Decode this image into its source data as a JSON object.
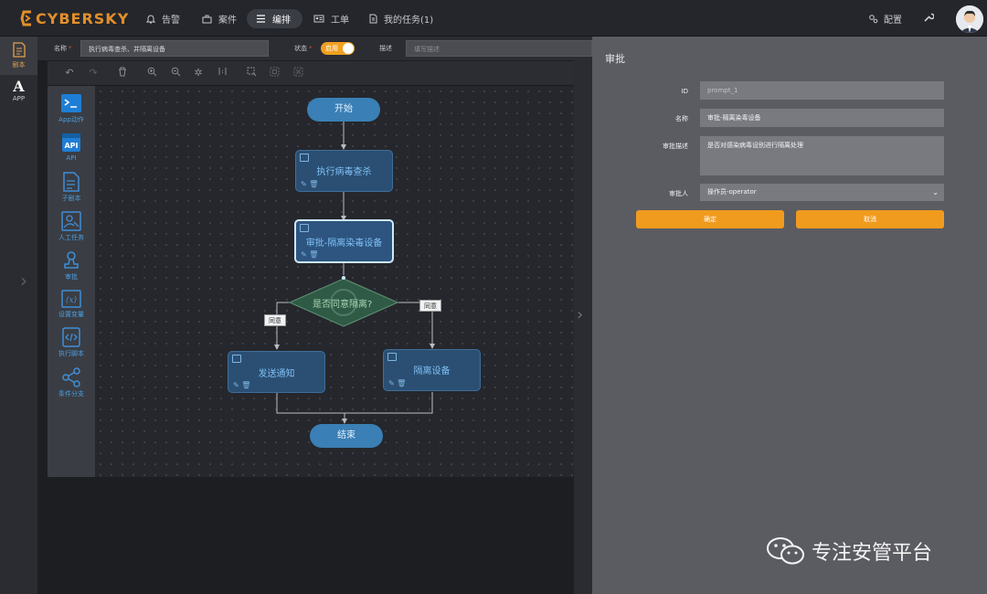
{
  "app": {
    "logo_text": "CYBERSKY"
  },
  "nav": [
    {
      "label": "告警",
      "icon": "bell-icon"
    },
    {
      "label": "案件",
      "icon": "briefcase-icon"
    },
    {
      "label": "编排",
      "icon": "list-icon",
      "active": true
    },
    {
      "label": "工单",
      "icon": "id-card-icon"
    },
    {
      "label": "我的任务(1)",
      "icon": "document-icon"
    }
  ],
  "header": {
    "config_label": "配置"
  },
  "rail": [
    {
      "label": "剧本",
      "icon": "script-icon",
      "active": true
    },
    {
      "label": "APP",
      "icon": "app-letter-icon"
    }
  ],
  "form": {
    "name_label": "名称",
    "name_value": "执行病毒查杀、并隔离设备",
    "status_label": "状态",
    "status_toggle": "启用",
    "desc_label": "描述",
    "desc_placeholder": "填写描述"
  },
  "palette": [
    {
      "label": "App动作",
      "icon": "terminal-icon"
    },
    {
      "label": "API",
      "icon": "api-icon"
    },
    {
      "label": "子剧本",
      "icon": "sub-script-icon"
    },
    {
      "label": "人工任务",
      "icon": "manual-task-icon"
    },
    {
      "label": "审批",
      "icon": "approval-icon"
    },
    {
      "label": "设置变量",
      "icon": "variable-icon"
    },
    {
      "label": "执行脚本",
      "icon": "code-icon"
    },
    {
      "label": "条件分支",
      "icon": "share-icon"
    }
  ],
  "flow": {
    "start": "开始",
    "n1": "执行病毒查杀",
    "n2": "审批-隔离染毒设备",
    "decision": "是否同意隔离?",
    "label_left": "同意",
    "label_right": "同意",
    "n3": "发送通知",
    "n4": "隔离设备",
    "end": "结束"
  },
  "panel": {
    "title": "审批",
    "fields": {
      "id_label": "ID",
      "id_value": "prompt_1",
      "name_label": "名称",
      "name_value": "审批-隔离染毒设备",
      "desc_label": "审批描述",
      "desc_value": "是否对感染病毒设别进行隔离处理",
      "approver_label": "审批人",
      "approver_value": "操作员-operator"
    },
    "ok": "确定",
    "cancel": "取消"
  },
  "watermark": "专注安管平台",
  "colors": {
    "accent": "#f09b1e",
    "node": "#2b4f73",
    "panel": "#5b5c62"
  }
}
